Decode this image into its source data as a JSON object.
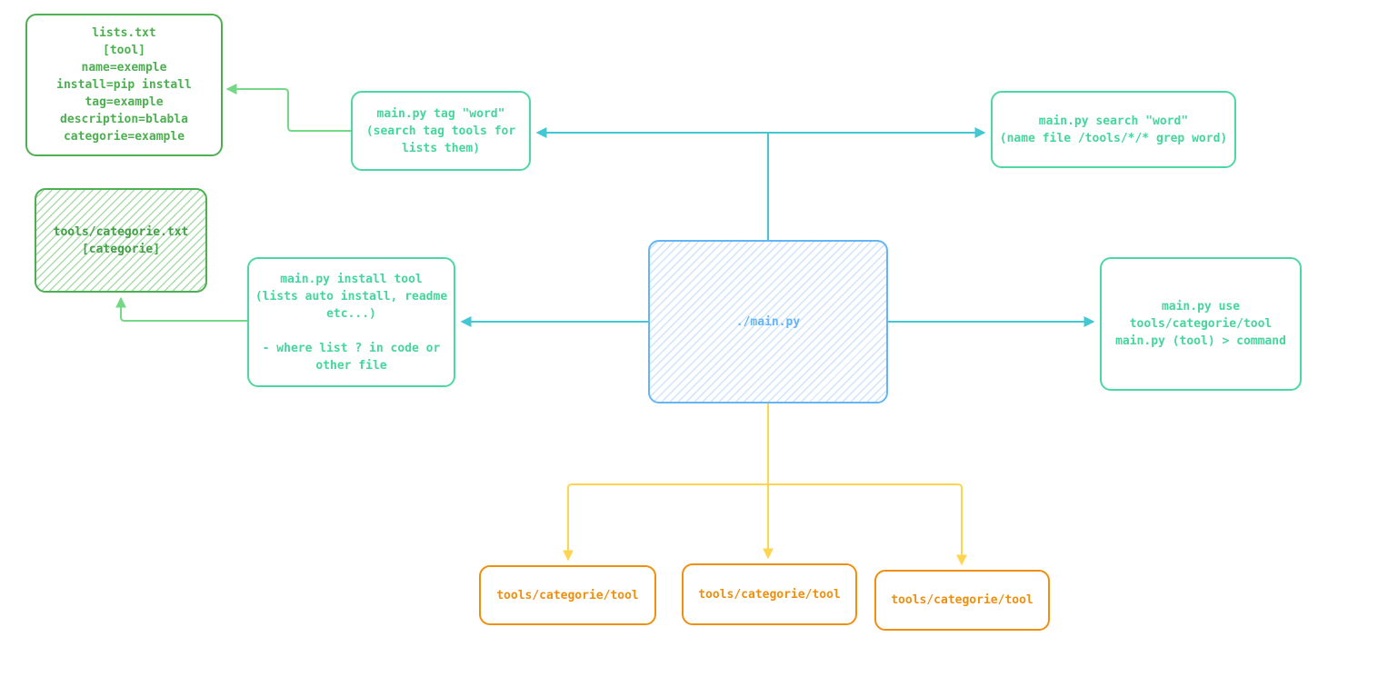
{
  "diagram": {
    "title": "main.py tool manager flowchart",
    "boxes": {
      "lists": {
        "text": "lists.txt\n[tool]\nname=exemple\ninstall=pip install\ntag=example\ndescription=blabla\ncategorie=example"
      },
      "categorie": {
        "text": "tools/categorie.txt\n[categorie]"
      },
      "tag": {
        "text": "main.py tag \"word\"\n(search tag tools for\nlists them)"
      },
      "search": {
        "text": "main.py search \"word\"\n(name file /tools/*/* grep word)"
      },
      "install": {
        "text": "main.py install tool\n(lists auto install, readme\netc...)\n\n- where list ? in code or\nother file"
      },
      "use": {
        "text": "main.py use\ntools/categorie/tool\nmain.py (tool) > command"
      },
      "main": {
        "text": "./main.py"
      },
      "tool1": {
        "text": "tools/categorie/tool"
      },
      "tool2": {
        "text": "tools/categorie/tool"
      },
      "tool3": {
        "text": "tools/categorie/tool"
      }
    },
    "colors": {
      "green_box": "#4caf50",
      "green_hatch_fill": "#aadcac",
      "mint_box": "#4cd8a2",
      "blue_box": "#64b5f6",
      "blue_hatch_fill": "#cfe3fb",
      "orange_box": "#ef8f0e",
      "cyan_connector": "#42c7d3",
      "yellow_connector": "#ffd54f",
      "green_connector": "#74d886"
    }
  }
}
